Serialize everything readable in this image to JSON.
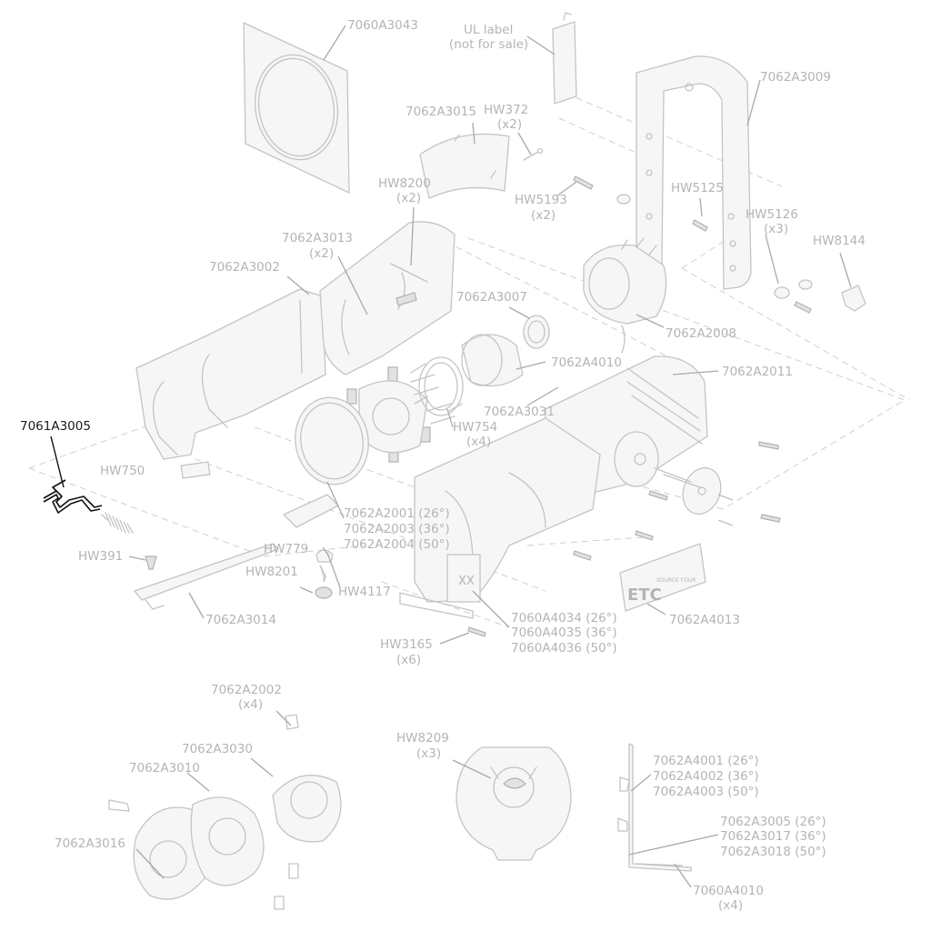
{
  "highlighted_part": "7061A3005",
  "accent_color": "#111111",
  "muted_color": "#b4b4b4",
  "callouts": [
    {
      "id": "c_7060A3043",
      "lines": [
        "7060A3043"
      ]
    },
    {
      "id": "c_ul",
      "lines": [
        "UL label",
        "(not for sale)"
      ]
    },
    {
      "id": "c_7062A3009",
      "lines": [
        "7062A3009"
      ]
    },
    {
      "id": "c_7062A3015",
      "lines": [
        "7062A3015"
      ]
    },
    {
      "id": "c_HW372",
      "lines": [
        "HW372",
        "(x2)"
      ]
    },
    {
      "id": "c_HW8200",
      "lines": [
        "HW8200",
        "(x2)"
      ]
    },
    {
      "id": "c_HW5193",
      "lines": [
        "HW5193",
        "(x2)"
      ]
    },
    {
      "id": "c_HW5125",
      "lines": [
        "HW5125"
      ]
    },
    {
      "id": "c_HW5126",
      "lines": [
        "HW5126",
        "(x3)"
      ]
    },
    {
      "id": "c_HW8144",
      "lines": [
        "HW8144"
      ]
    },
    {
      "id": "c_7062A3013",
      "lines": [
        "7062A3013",
        "(x2)"
      ]
    },
    {
      "id": "c_7062A3002",
      "lines": [
        "7062A3002"
      ]
    },
    {
      "id": "c_7062A3007",
      "lines": [
        "7062A3007"
      ]
    },
    {
      "id": "c_7062A2008",
      "lines": [
        "7062A2008"
      ]
    },
    {
      "id": "c_7062A4010",
      "lines": [
        "7062A4010"
      ]
    },
    {
      "id": "c_7062A2011",
      "lines": [
        "7062A2011"
      ]
    },
    {
      "id": "c_7062A3031",
      "lines": [
        "7062A3031"
      ]
    },
    {
      "id": "c_HW754",
      "lines": [
        "HW754",
        "(x4)"
      ]
    },
    {
      "id": "c_7061A3005",
      "lines": [
        "7061A3005"
      ],
      "highlight": true
    },
    {
      "id": "c_HW750",
      "lines": [
        "HW750"
      ]
    },
    {
      "id": "c_7062A2001",
      "lines": [
        "7062A2001 (26°)",
        "7062A2003 (36°)",
        "7062A2004 (50°)"
      ]
    },
    {
      "id": "c_HW779",
      "lines": [
        "HW779"
      ]
    },
    {
      "id": "c_HW391",
      "lines": [
        "HW391"
      ]
    },
    {
      "id": "c_HW8201",
      "lines": [
        "HW8201"
      ]
    },
    {
      "id": "c_HW4117",
      "lines": [
        "HW4117"
      ]
    },
    {
      "id": "c_7062A3014",
      "lines": [
        "7062A3014"
      ]
    },
    {
      "id": "c_7060A4034",
      "lines": [
        "7060A4034 (26°)",
        "7060A4035 (36°)",
        "7060A4036 (50°)"
      ]
    },
    {
      "id": "c_7062A4013",
      "lines": [
        "7062A4013"
      ]
    },
    {
      "id": "c_HW3165",
      "lines": [
        "HW3165",
        "(x6)"
      ]
    },
    {
      "id": "c_7062A2002",
      "lines": [
        "7062A2002",
        "(x4)"
      ]
    },
    {
      "id": "c_7062A3030",
      "lines": [
        "7062A3030"
      ]
    },
    {
      "id": "c_7062A3010",
      "lines": [
        "7062A3010"
      ]
    },
    {
      "id": "c_7062A3016",
      "lines": [
        "7062A3016"
      ]
    },
    {
      "id": "c_HW8209",
      "lines": [
        "HW8209",
        "(x3)"
      ]
    },
    {
      "id": "c_7062A4001",
      "lines": [
        "7062A4001 (26°)",
        "7062A4002 (36°)",
        "7062A4003 (50°)"
      ]
    },
    {
      "id": "c_7062A3005",
      "lines": [
        "7062A3005 (26°)",
        "7062A3017 (36°)",
        "7062A3018 (50°)"
      ]
    },
    {
      "id": "c_7060A4010",
      "lines": [
        "7060A4010",
        "(x4)"
      ]
    }
  ],
  "badge_text": "ETC",
  "badge_subtext": "SOURCE FOUR",
  "lens_tube_mark": "XX"
}
